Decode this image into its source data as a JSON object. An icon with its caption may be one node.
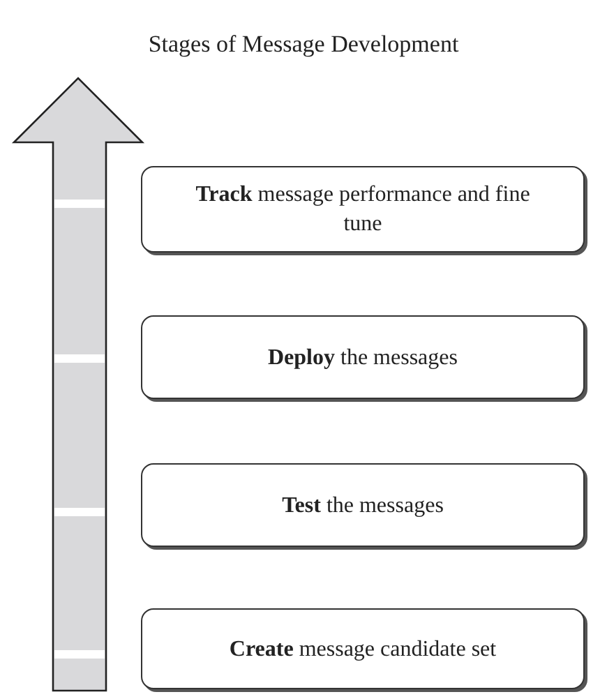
{
  "diagram": {
    "title": "Stages of Message Development",
    "nodes": [
      {
        "text": [
          "**Track** message performance and fine tune"
        ]
      },
      {
        "text": [
          "**Deploy** the messages"
        ]
      },
      {
        "text": [
          "**Test** the messages"
        ]
      },
      {
        "text": [
          "**Create** message candidate set"
        ]
      }
    ],
    "edges": []
  }
}
